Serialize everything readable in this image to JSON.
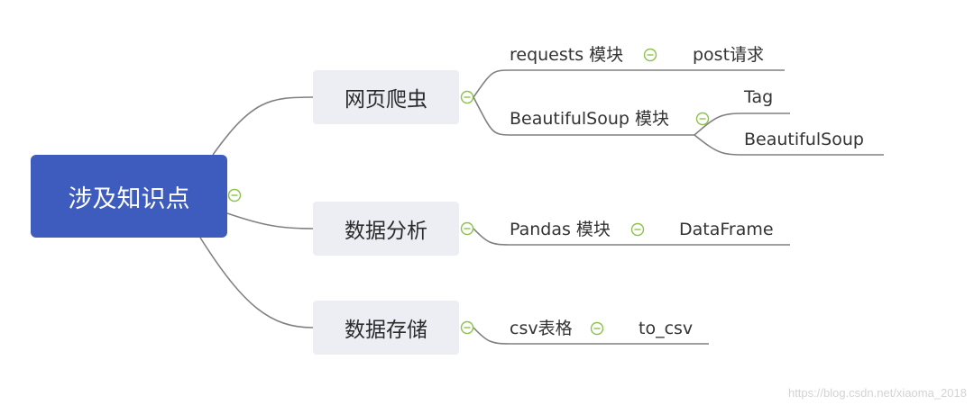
{
  "root": {
    "label": "涉及知识点"
  },
  "branches": [
    {
      "label": "网页爬虫"
    },
    {
      "label": "数据分析"
    },
    {
      "label": "数据存储"
    }
  ],
  "leaves": {
    "requests": "requests 模块",
    "post": "post请求",
    "beautifulsoup_module": "BeautifulSoup 模块",
    "tag": "Tag",
    "beautifulsoup": "BeautifulSoup",
    "pandas": "Pandas 模块",
    "dataframe": "DataFrame",
    "csv": "csv表格",
    "to_csv": "to_csv"
  },
  "watermark": "https://blog.csdn.net/xiaoma_2018",
  "colors": {
    "root_fill": "#3e5cbd",
    "branch_fill": "#eceef4",
    "line": "#808080",
    "collapse_icon": "#8bc34a"
  }
}
